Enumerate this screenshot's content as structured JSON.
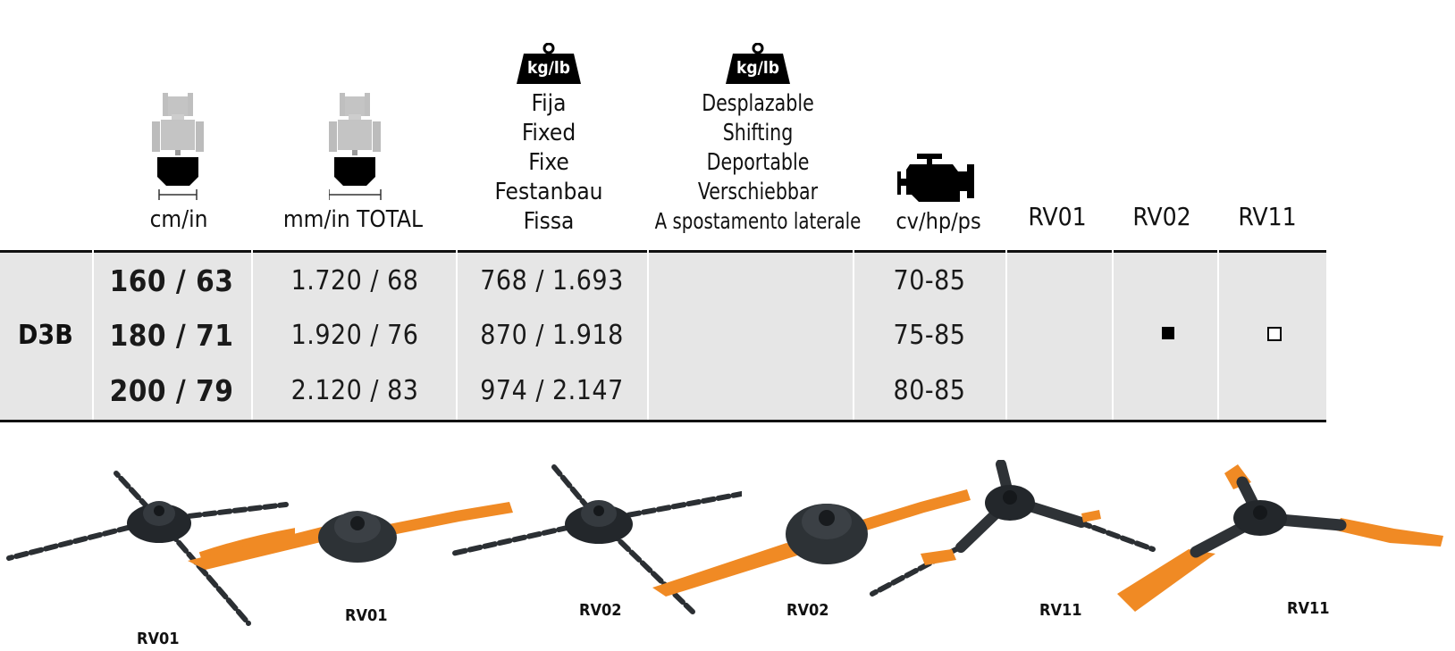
{
  "header": {
    "col_width_label": "cm/in",
    "col_total_label": "mm/in TOTAL",
    "weight_badge": "kg/lb",
    "fixed_lines": [
      "Fija",
      "Fixed",
      "Fixe",
      "Festanbau",
      "Fissa"
    ],
    "shifting_lines": [
      "Desplazable",
      "Shifting",
      "Deportable",
      "Verschiebbar",
      "A spostamento laterale"
    ],
    "power_label": "cv/hp/ps",
    "rv01": "RV01",
    "rv02": "RV02",
    "rv11": "RV11"
  },
  "model": "D3B",
  "rows": [
    {
      "width": "160 / 63",
      "total": "1.720 / 68",
      "fixed": "768 / 1.693",
      "power": "70-85",
      "rv02": "",
      "rv11": ""
    },
    {
      "width": "180 / 71",
      "total": "1.920 / 76",
      "fixed": "870 / 1.918",
      "power": "75-85",
      "rv02": "filled",
      "rv11": "empty"
    },
    {
      "width": "200 / 79",
      "total": "2.120 / 83",
      "fixed": "974 / 2.147",
      "power": "80-85",
      "rv02": "",
      "rv11": ""
    }
  ],
  "captions": [
    "RV01",
    "RV01",
    "RV02",
    "RV02",
    "RV11",
    "RV11"
  ],
  "colors": {
    "accent_orange": "#f08a24",
    "part_dark": "#2b2f33",
    "band": "#e6e6e6"
  },
  "icons": [
    "tractor-width-icon",
    "tractor-total-icon",
    "weight-icon",
    "engine-icon",
    "filled-square-icon",
    "empty-square-icon"
  ]
}
